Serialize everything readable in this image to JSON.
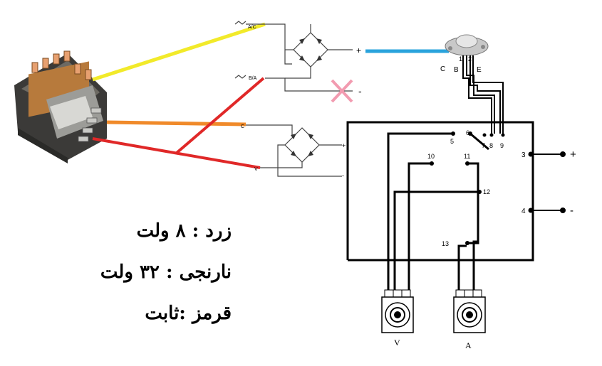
{
  "legend": {
    "yellow": "زرد : ۸ ولت",
    "orange": "نارنجی : ۳۲ ولت",
    "red": "قرمز :ثابت"
  },
  "bridge_top": {
    "ac1": "A/C",
    "ac2": "B/A",
    "plus": "+",
    "minus": "-"
  },
  "bridge_bottom": {
    "ac1": "C",
    "ac2": "V",
    "plus": "+",
    "minus": "-"
  },
  "transistor": {
    "c": "C",
    "b": "B",
    "e": "E",
    "pin1": "1",
    "pin2": "2"
  },
  "switch_pins": [
    "5",
    "6",
    "7",
    "8",
    "9",
    "10",
    "11",
    "12",
    "13"
  ],
  "output": {
    "pin3": "3",
    "pin4": "4",
    "plus": "+",
    "minus": "-"
  },
  "meters": {
    "voltmeter": "V",
    "ammeter": "A"
  },
  "colors": {
    "yellow": "#f2ea2a",
    "orange": "#f08a2a",
    "red": "#e02828",
    "blue": "#2aa3dc",
    "cross": "#f29bb0"
  }
}
